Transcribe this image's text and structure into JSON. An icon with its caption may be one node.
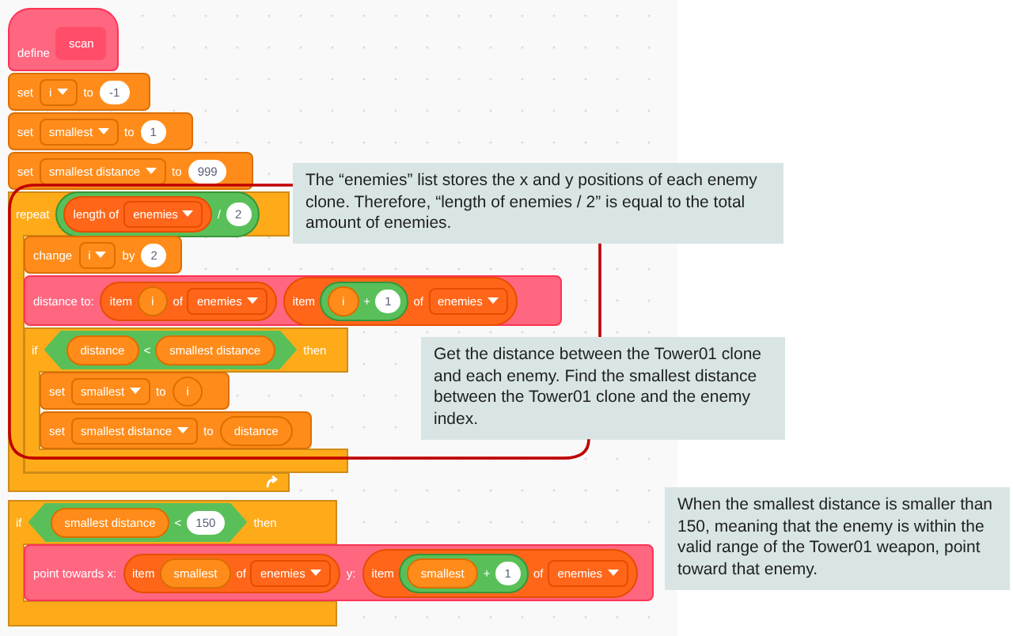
{
  "diagram": {
    "nodes": [
      {
        "text": [
          "define"
        ]
      },
      {
        "text": [
          "scan"
        ],
        "in": 0
      },
      {
        "text": [
          "set",
          "to"
        ]
      },
      {
        "text": [
          "i"
        ],
        "in": 2
      },
      {
        "text": [
          "-1"
        ],
        "in": 2
      },
      {
        "text": [
          "set",
          "to"
        ]
      },
      {
        "text": [
          "smallest"
        ],
        "in": 5
      },
      {
        "text": [
          "1"
        ],
        "in": 5
      },
      {
        "text": [
          "set",
          "to"
        ]
      },
      {
        "text": [
          "smallest distance"
        ],
        "in": 8
      },
      {
        "text": [
          "999"
        ],
        "in": 8
      },
      {
        "text": [
          "repeat"
        ]
      },
      {
        "text": [
          "/"
        ],
        "in": 11
      },
      {
        "text": [
          "length of"
        ],
        "in": 12
      },
      {
        "text": [
          "enemies"
        ],
        "in": 13
      },
      {
        "text": [
          "2"
        ],
        "in": 12
      },
      {
        "text": [
          "change",
          "by"
        ],
        "in": 11
      },
      {
        "text": [
          "i"
        ],
        "in": 16
      },
      {
        "text": [
          "2"
        ],
        "in": 16
      },
      {
        "text": [
          "distance to:"
        ]
      },
      {
        "text": [
          "item",
          "of"
        ],
        "in": 19
      },
      {
        "text": [
          "i"
        ],
        "in": 20
      },
      {
        "text": [
          "enemies"
        ],
        "in": 20
      },
      {
        "text": [
          "item",
          "of"
        ],
        "in": 19
      },
      {
        "text": [
          "+"
        ],
        "in": 23
      },
      {
        "text": [
          "i"
        ],
        "in": 24
      },
      {
        "text": [
          "1"
        ],
        "in": 24
      },
      {
        "text": [
          "enemies"
        ],
        "in": 23
      },
      {
        "text": [
          "if",
          "then"
        ]
      },
      {
        "text": [
          "<"
        ],
        "in": 28
      },
      {
        "text": [
          "distance"
        ],
        "in": 29
      },
      {
        "text": [
          "smallest distance"
        ],
        "in": 29
      },
      {
        "text": [
          "set",
          "to"
        ],
        "in": 28
      },
      {
        "text": [
          "smallest"
        ],
        "in": 32
      },
      {
        "text": [
          "i"
        ],
        "in": 32
      },
      {
        "text": [
          "set",
          "to"
        ],
        "in": 28
      },
      {
        "text": [
          "smallest distance"
        ],
        "in": 35
      },
      {
        "text": [
          "distance"
        ],
        "in": 35
      },
      {
        "text": [
          "if",
          "then"
        ]
      },
      {
        "text": [
          "<"
        ],
        "in": 38
      },
      {
        "text": [
          "smallest distance"
        ],
        "in": 39
      },
      {
        "text": [
          "150"
        ],
        "in": 39
      },
      {
        "text": [
          "point towards x:",
          "y:"
        ]
      },
      {
        "text": [
          "item",
          "of"
        ],
        "in": 42
      },
      {
        "text": [
          "smallest"
        ],
        "in": 43
      },
      {
        "text": [
          "enemies"
        ],
        "in": 43
      },
      {
        "text": [
          "item",
          "of"
        ],
        "in": 42
      },
      {
        "text": [
          "+"
        ],
        "in": 46
      },
      {
        "text": [
          "smallest"
        ],
        "in": 47
      },
      {
        "text": [
          "1"
        ],
        "in": 47
      },
      {
        "text": [
          "enemies"
        ],
        "in": 46
      },
      {
        "text": [
          "The “enemies” list stores the x and y positions of each enemy clone. Therefore, “length of enemies / 2” is equal to the total amount of enemies."
        ]
      },
      {
        "text": [
          "Get the distance between the Tower01 clone and each enemy. Find the smallest distance between the Tower01 clone and the enemy index."
        ]
      },
      {
        "text": [
          "When the smallest distance is smaller than 150, meaning that the enemy is within the valid range of the Tower01 weapon, point toward that enemy."
        ]
      }
    ],
    "edges": [
      {
        "from": 51,
        "to": 52,
        "arrow": "none"
      },
      {
        "from": 51,
        "to": 52,
        "arrow": "none"
      }
    ]
  }
}
